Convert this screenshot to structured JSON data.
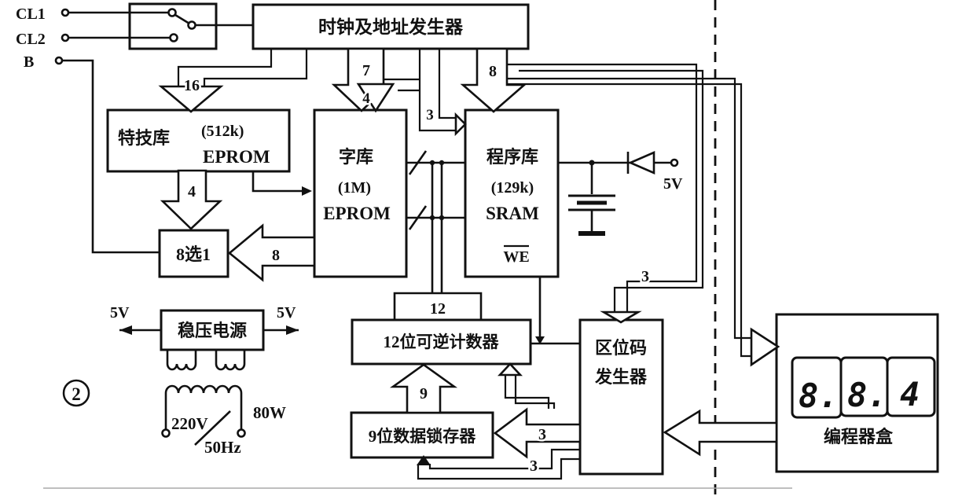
{
  "figure": {
    "number": "2"
  },
  "inputs": {
    "cl1": "CL1",
    "cl2": "CL2",
    "b": "B"
  },
  "blocks": {
    "clock": "时钟及地址发生器",
    "effects_lib": {
      "name": "特技库",
      "size": "(512k)",
      "chip": "EPROM"
    },
    "font_lib": {
      "name": "字库",
      "size": "(1M)",
      "chip": "EPROM"
    },
    "program_lib": {
      "name": "程序库",
      "size": "(129k)",
      "chip": "SRAM",
      "we": "WE"
    },
    "mux": "8选1",
    "power": "稳压电源",
    "counter": "12位可逆计数器",
    "latch": "9位数据锁存器",
    "zone_code": {
      "line1": "区位码",
      "line2": "发生器"
    },
    "programmer": "编程器盒"
  },
  "bus": {
    "w16": "16",
    "w7": "7",
    "w4_font": "4",
    "w3_sram": "3",
    "w8_sram": "8",
    "w4_mux": "4",
    "w8_mux": "8",
    "w12": "12",
    "w9": "9",
    "w3_zone": "3",
    "w3_latch": "3",
    "w3_load": "3"
  },
  "power": {
    "v5_left": "5V",
    "v5_right": "5V",
    "v5_diode": "5V",
    "mains_v": "220V",
    "mains_f": "50Hz",
    "watt": "80W"
  },
  "display": {
    "digits": [
      "8.",
      "8.",
      "4"
    ]
  }
}
